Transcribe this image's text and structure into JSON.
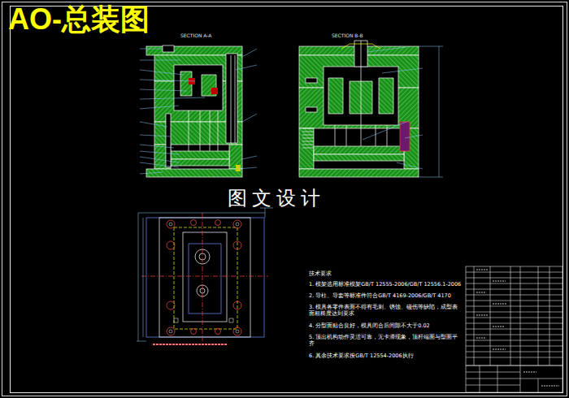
{
  "diagram": {
    "title": "AO-总装图",
    "labels": [
      "SECTION A-A",
      "SECTION B-B",
      "图 文 设 计",
      "技术要求",
      "1. 模架选用标准模架GB/T 12555-2006/GB/T 12556.1-2006",
      "2. 导柱、导套等标准件符合GB/T 4169-2006/GB/T 4170",
      "3. 模具各零件表面不得有毛刺、锈蚀、碰伤等缺陷，成型表面粗糙度达到要求",
      "4. 分型面贴合良好，模具闭合后间隙不大于0.02",
      "5. 顶出机构动作灵活可靠，无卡滞现象，顶杆端面与型面平齐",
      "6. 其余技术要求按GB/T 12554-2006执行"
    ]
  }
}
